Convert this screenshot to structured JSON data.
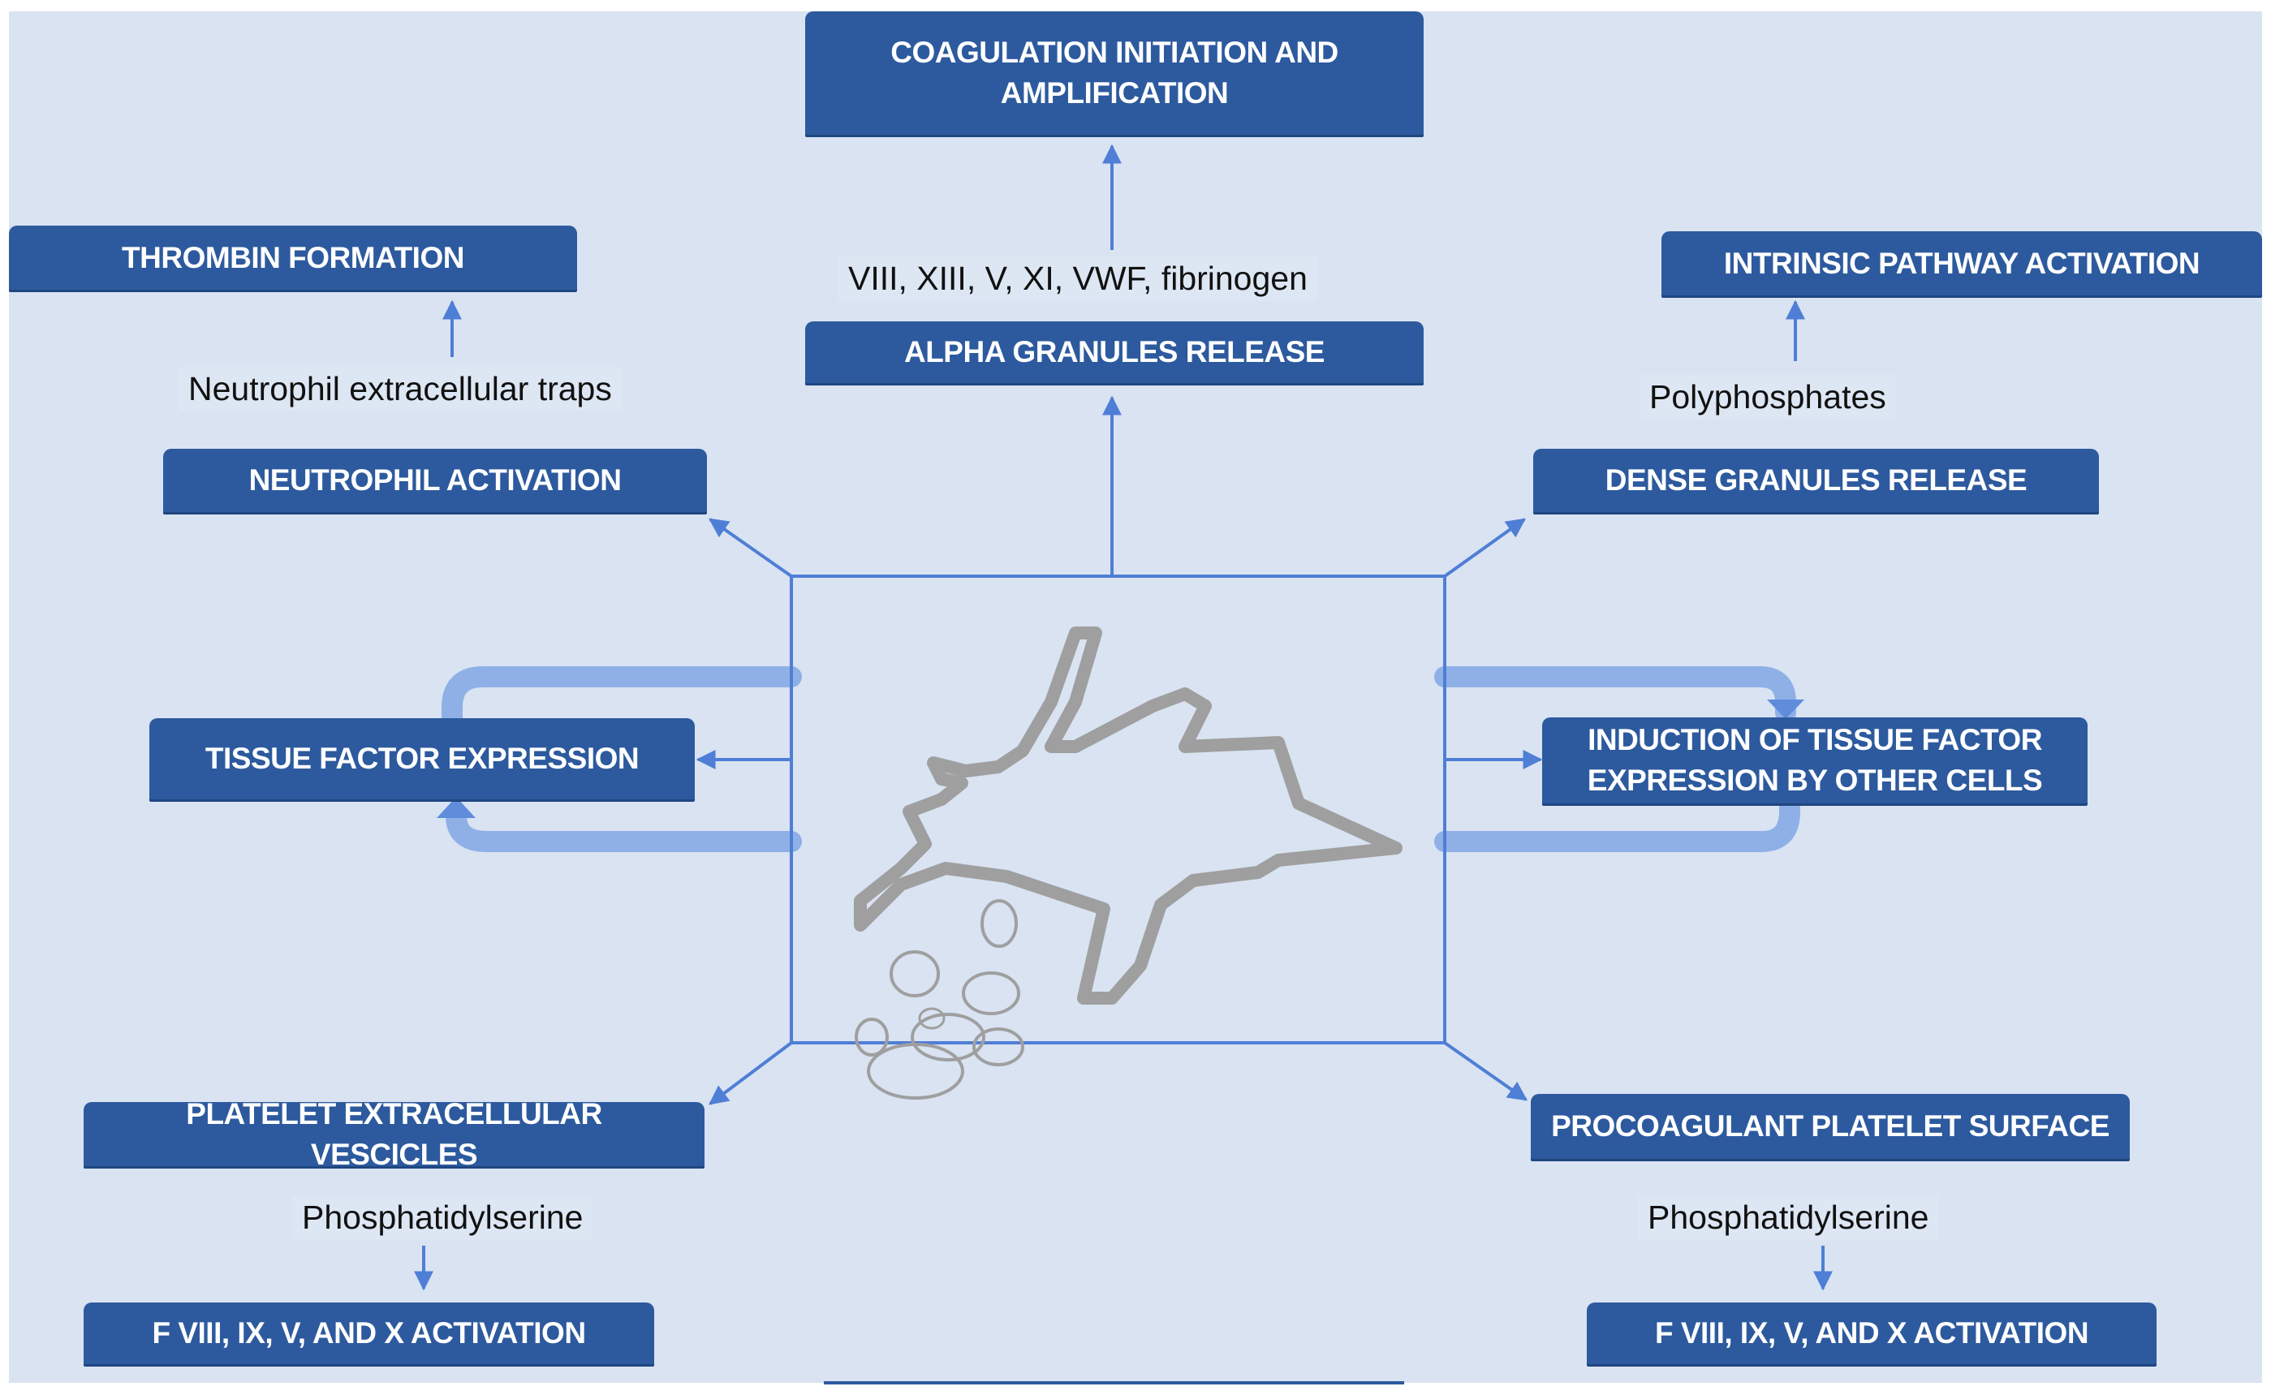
{
  "boxes": {
    "coag": "COAGULATION INITIATION AND AMPLIFICATION",
    "alpha": "ALPHA GRANULES RELEASE",
    "thrombin": "THROMBIN FORMATION",
    "neutro": "NEUTROPHIL ACTIVATION",
    "intrinsic": "INTRINSIC PATHWAY ACTIVATION",
    "dense": "DENSE GRANULES RELEASE",
    "tissue": "TISSUE FACTOR EXPRESSION",
    "induction": "INDUCTION OF TISSUE FACTOR EXPRESSION BY OTHER CELLS",
    "pev": "PLATELET EXTRACELLULAR VESCICLES",
    "procoag": "PROCOAGULANT PLATELET SURFACE",
    "factor_left": "F VIII, IX, V, AND  X  ACTIVATION",
    "factor_right": "F VIII, IX, V, AND  X  ACTIVATION"
  },
  "labels": {
    "alpha_factors": "VIII, XIII, V, XI, VWF, fibrinogen",
    "net": "Neutrophil extracellular traps",
    "polyphosphates": "Polyphosphates",
    "ps_left": "Phosphatidylserine",
    "ps_right": "Phosphatidylserine"
  },
  "colors": {
    "box_fill": "#2d5a9e",
    "line": "#4f7ed6",
    "loop": "#8fb0e6",
    "background": "#d9e3f2",
    "platelet": "#9a9a9a"
  }
}
